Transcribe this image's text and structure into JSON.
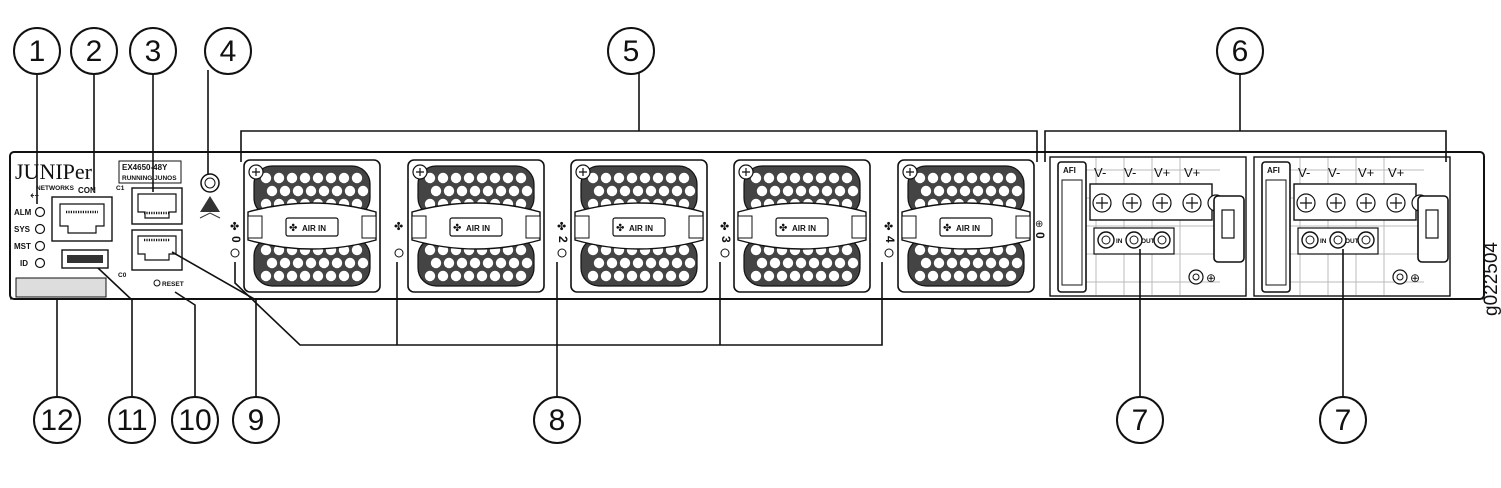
{
  "figure_id": "g022504",
  "brand": {
    "name": "JUNIPer",
    "sub": "NETWORKS"
  },
  "model": {
    "name": "EX4650-48Y",
    "status": "RUNNING JUNOS"
  },
  "leds": [
    "ALM",
    "SYS",
    "MST",
    "ID"
  ],
  "ports": {
    "console": "CON",
    "c1": "C1",
    "c0": "C0",
    "reset": "RESET"
  },
  "fans": {
    "label": "AIR IN",
    "numbers": [
      "0",
      "2",
      "3",
      "4"
    ],
    "psu_side_number": "0"
  },
  "psu": {
    "afi_label": "AFI",
    "terminals": [
      "V-",
      "V-",
      "V+",
      "V+"
    ],
    "in_label": "IN",
    "out_label": "OUT"
  },
  "callouts": [
    "1",
    "2",
    "3",
    "4",
    "5",
    "6",
    "7",
    "7",
    "8",
    "9",
    "10",
    "11",
    "12"
  ]
}
